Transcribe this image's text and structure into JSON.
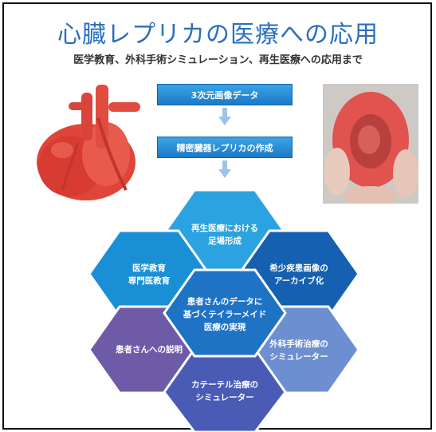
{
  "title": "心臓レプリカの医療への応用",
  "subtitle": "医学教育、外科手術シミュレーション、再生医療への応用まで",
  "flow": {
    "step1": "3次元画像データ",
    "step2": "精密臓器レプリカの作成"
  },
  "hexagons": {
    "top": "再生医療における\n足場形成",
    "upper_left": "医学教育\n専門医教育",
    "upper_right": "希少疾患画像の\nアーカイブ化",
    "center": "患者さんのデータに\n基づくテイラーメイド\n医療の実現",
    "lower_left": "患者さんへの説明",
    "lower_right": "外科手術治療の\nシミュレーター",
    "bottom": "カテーテル治療の\nシミュレーター"
  },
  "colors": {
    "title": "#2a6fc0",
    "hex_top": "#2aa3e0",
    "hex_upper_left": "#1b8fd6",
    "hex_upper_right": "#1560b0",
    "hex_center": "#1f73c5",
    "hex_lower_left": "#6e5ba8",
    "hex_lower_right": "#6d8fd1",
    "hex_bottom": "#4a5bb6"
  }
}
